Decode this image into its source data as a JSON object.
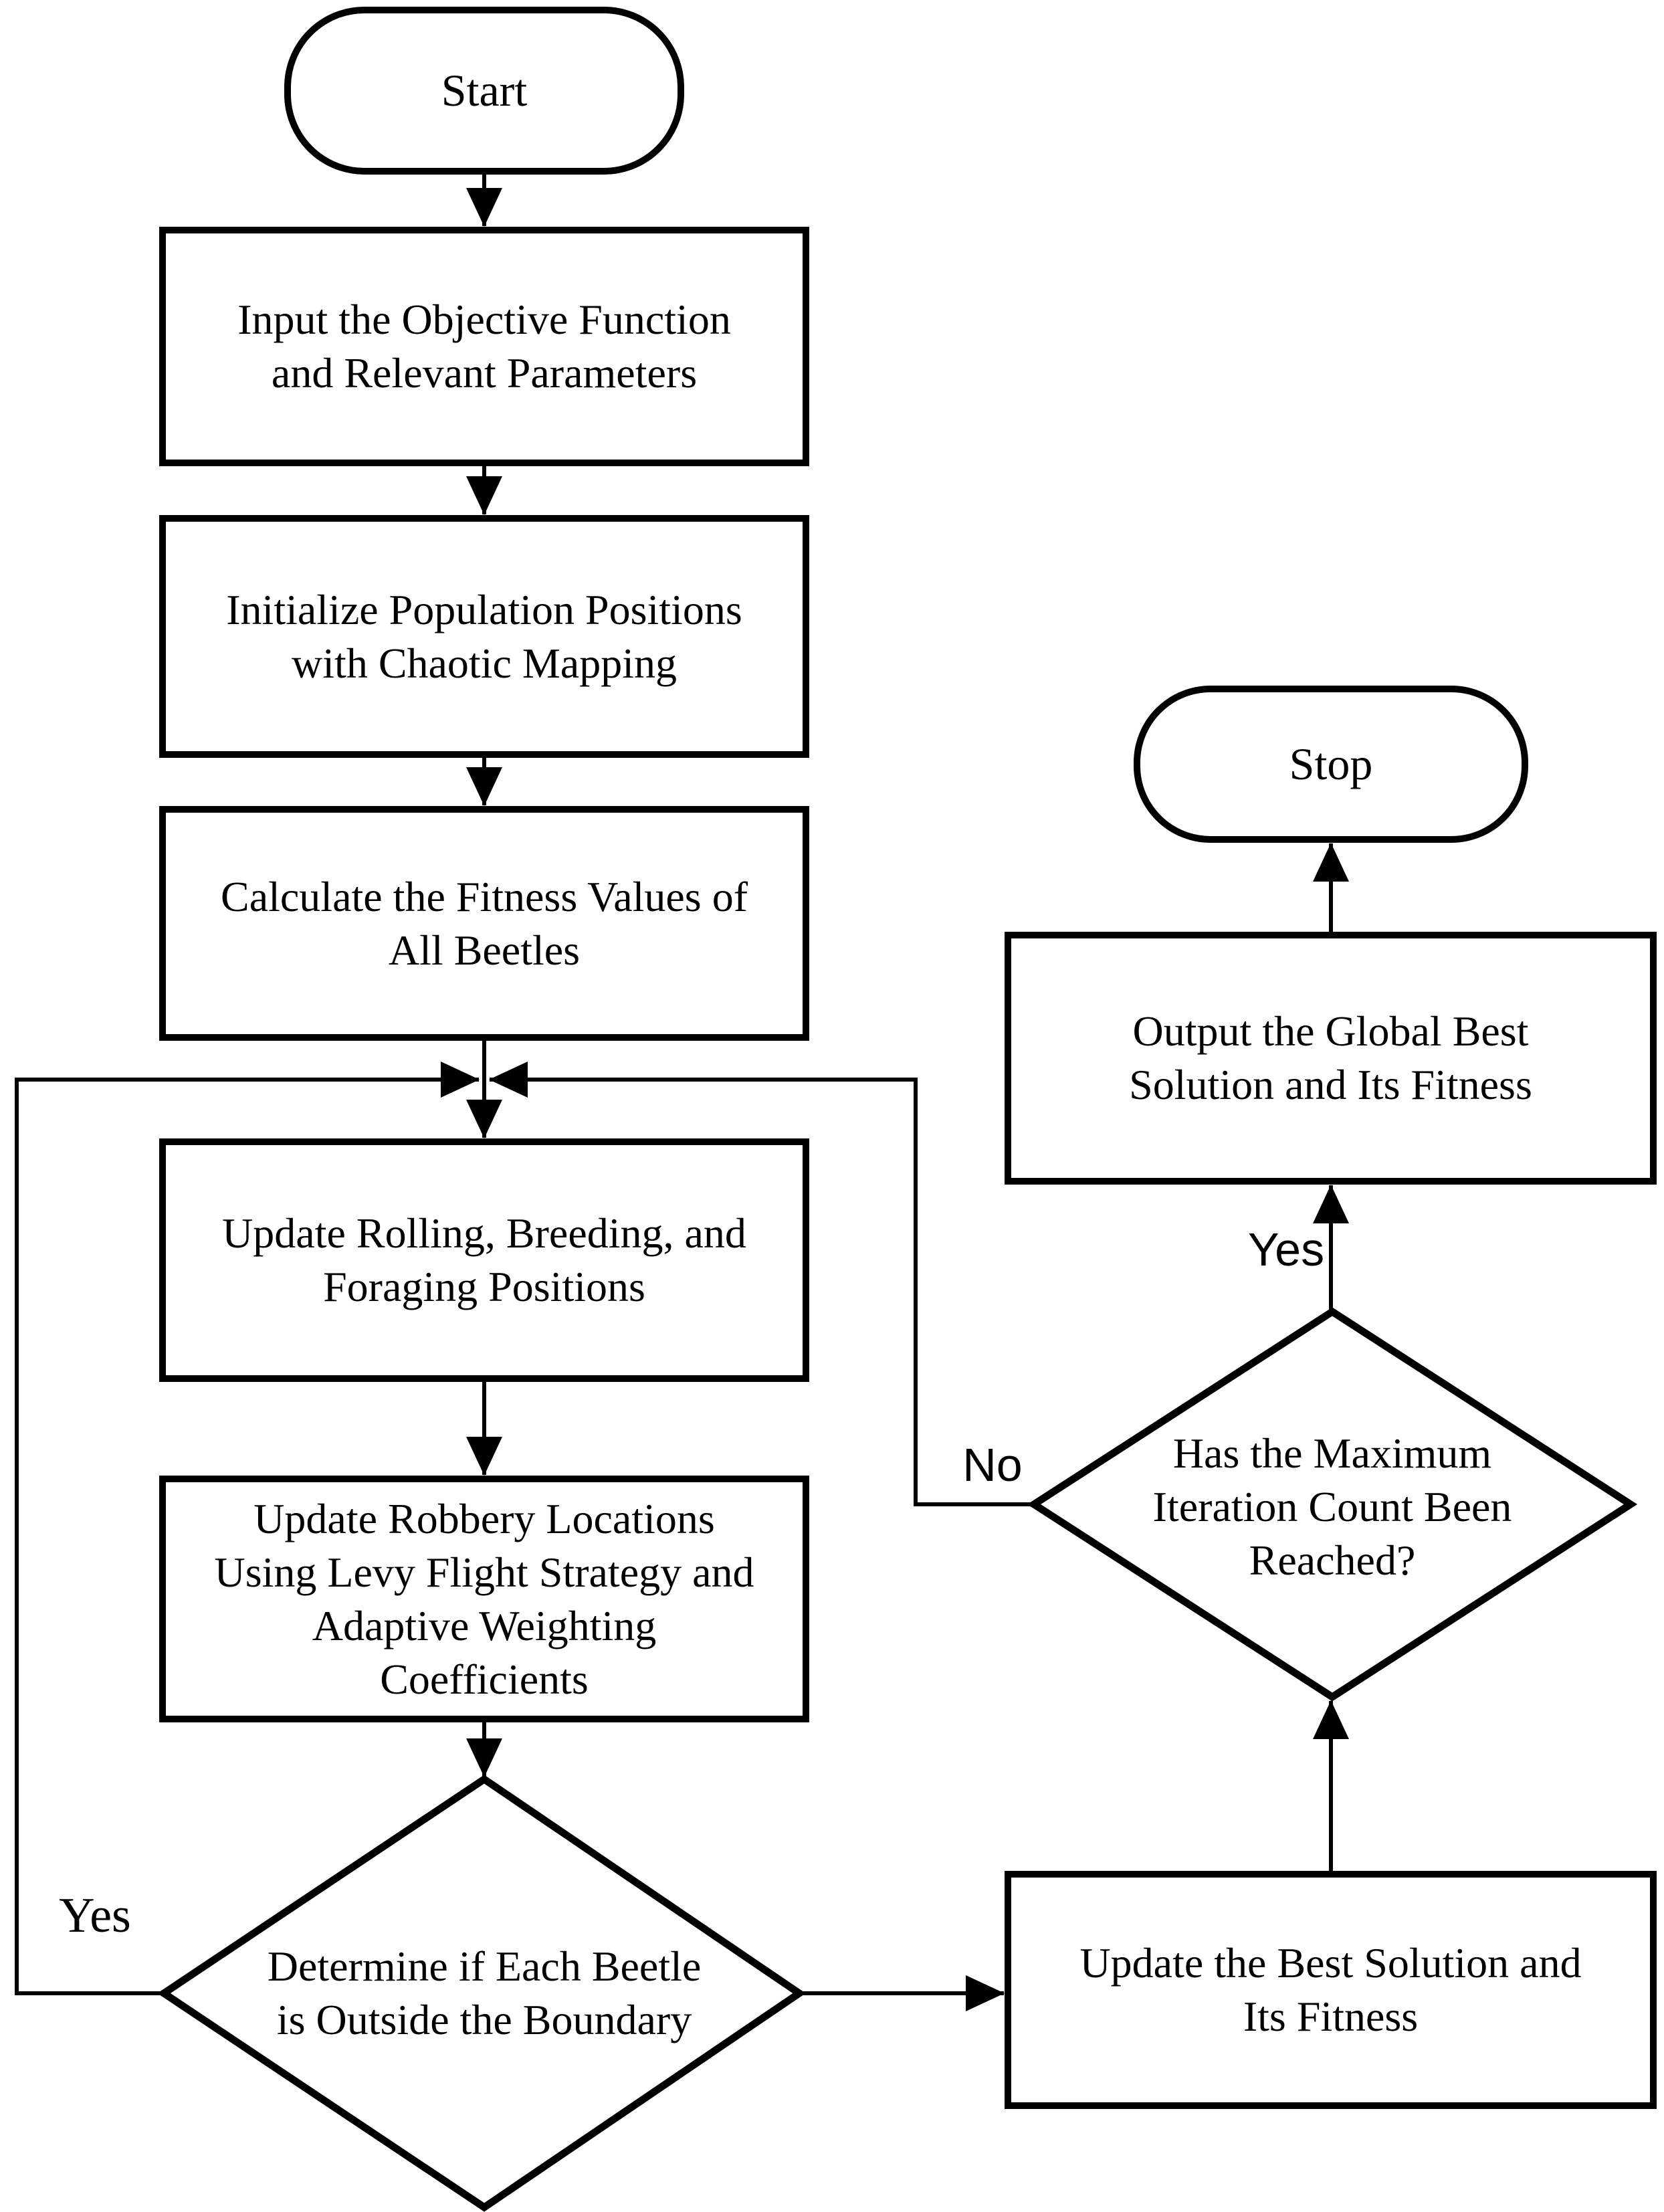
{
  "figure": {
    "background_color": "#ffffff",
    "stroke_color": "#000000",
    "text_color": "#000000"
  },
  "nodes": {
    "start": {
      "type": "terminator",
      "label": "Start"
    },
    "input_params": {
      "type": "process",
      "lines": [
        "Input the Objective Function",
        "and Relevant Parameters"
      ]
    },
    "init_population": {
      "type": "process",
      "lines": [
        "Initialize Population Positions",
        "with Chaotic Mapping"
      ]
    },
    "calc_fitness": {
      "type": "process",
      "lines": [
        "Calculate the Fitness Values of",
        "All Beetles"
      ]
    },
    "update_positions": {
      "type": "process",
      "lines": [
        "Update Rolling, Breeding, and",
        "Foraging Positions"
      ]
    },
    "update_robbery": {
      "type": "process",
      "lines": [
        "Update Robbery Locations",
        "Using Levy Flight Strategy and",
        "Adaptive Weighting",
        "Coefficients"
      ]
    },
    "boundary_check": {
      "type": "decision",
      "lines": [
        "Determine if Each Beetle",
        "is Outside the Boundary"
      ]
    },
    "update_best": {
      "type": "process",
      "lines": [
        "Update the Best Solution and",
        "Its Fitness"
      ]
    },
    "max_iter_check": {
      "type": "decision",
      "lines": [
        "Has the Maximum",
        "Iteration Count Been",
        "Reached?"
      ]
    },
    "output_best": {
      "type": "process",
      "lines": [
        "Output the Global Best",
        "Solution and Its Fitness"
      ]
    },
    "stop": {
      "type": "terminator",
      "label": "Stop"
    }
  },
  "edge_labels": {
    "yes_boundary_loop": "Yes",
    "no_max_iter": "No",
    "yes_max_iter": "Yes"
  }
}
